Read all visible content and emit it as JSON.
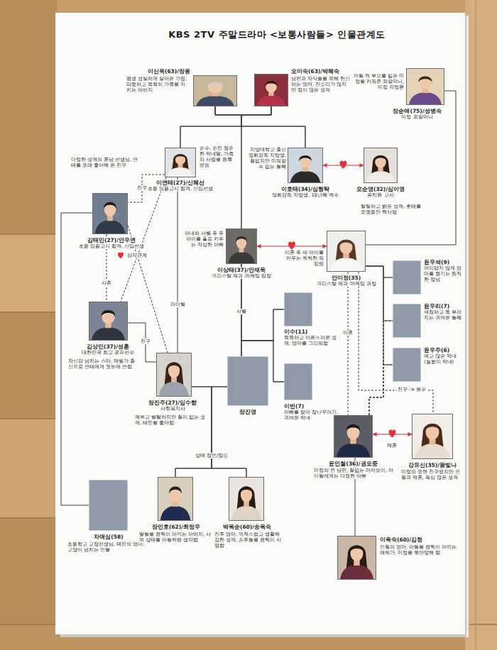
{
  "diagram": {
    "title": "KBS 2TV 주말드라마 <보통사람들> 인물관계도",
    "nodes": [
      {
        "text": [
          "이신욱(63)/장용",
          "평생 성실하게 살아온 가장, 따뜻하고 묵묵히 가족을 지키는 아버지"
        ]
      },
      {
        "text": [
          "오미숙(63)/박혜숙",
          "남편과 자식들을 위해 헌신하는 엄마, 잔소리가 많지만 정이 많은 성격"
        ]
      },
      {
        "text": [
          "장순애(75)/성병숙",
          "미정 외할머니",
          "어릴 적 부모를 잃은 미정을 키워준 외할머니, 미정 걱정뿐"
        ]
      },
      {
        "text": [
          "이연태(27)/신혜선",
          "초등 임용고시 합격, 신입선생",
          "순수, 순진 청순한 막내딸, 가족의 사랑을 듬뿍 받음"
        ]
      },
      {
        "text": [
          "이호태(34)/심형탁",
          "영화감독 지망생, 10년째 백수",
          "지방대학교 출신 영화감독 지망생, 철없지만 미워할 수 없는 둘째"
        ]
      },
      {
        "text": [
          "모순영(32)/심이영",
          "유치원 교사",
          "털털하고 밝은 성격, 호태를 오랫동안 짝사랑"
        ]
      },
      {
        "text": [
          "김태민(27)/안우연",
          "초등 임용고시 합격, 신입선생",
          "다정한 성격의 훈남 선생님, 연태를 오래 좋아해 온 친구"
        ]
      },
      {
        "text": [
          "이상태(37)/안재욱",
          "크리스탈 제과 마케팅 팀장",
          "아내와 사별 후 두 아이를 홀로 키우는 자상한 아빠"
        ]
      },
      {
        "text": [
          "안미정(35)",
          "크리스탈 제과 마케팅 과장",
          "이혼 후 세 아이를 키우는 씩씩한 워킹맘"
        ]
      },
      {
        "text": [
          "윤우석(9)",
          "아이답지 않게 엄마를 챙기는 듬직한 장남"
        ]
      },
      {
        "text": [
          "이수(11)",
          "똑똑하고 어른스러운 성격, 엄마를 그리워함"
        ]
      },
      {
        "text": [
          "김상민(37)/성훈",
          "대한민국 최고 골프선수",
          "자신감 넘치는 스타, 재벌가 출신으로 연태에게 첫눈에 반함"
        ]
      },
      {
        "text": [
          "윤우리(7)",
          "새침하고 똑 부러지는 귀여운 둘째"
        ]
      },
      {
        "text": [
          "장진주(27)/임수향",
          "사회복지사",
          "예쁘고 발랄하지만 철이 없는 성격, 태민을 좋아함"
        ]
      },
      {
        "text": [
          "장진영"
        ]
      },
      {
        "text": [
          "이빈(7)",
          "아빠를 닮아 장난꾸러기, 귀여운 막내"
        ]
      },
      {
        "text": [
          "윤우주(6)",
          "애교 많은 막내 (늦둥이 막내)"
        ]
      },
      {
        "text": [
          "윤인철(36)/권오중",
          "미정의 전 남편, 철없는 마마보이, 아이들에게는 다정한 아빠"
        ]
      },
      {
        "text": [
          "강유신(35)/왕빛나",
          "미정의 오랜 친구였지만 인철과 재혼, 욕심 많은 성격"
        ]
      },
      {
        "text": [
          "차애심(58)",
          "초등학교 교장선생님, 태민의 엄마, 교양이 넘치는 인물"
        ]
      },
      {
        "text": [
          "장민호(62)/최정우",
          "딸들을 끔찍이 아끼는 아버지, 사위 상태를 아들처럼 생각함"
        ]
      },
      {
        "text": [
          "박옥순(60)/송옥숙",
          "진주 엄마, 억척스럽고 생활력 강한 성격, 손주들을 끔찍이 사랑함"
        ]
      },
      {
        "text": [
          "이옥숙(60)/김청",
          "인철의 엄마, 아들을 끔찍이 아끼는 재력가, 미정을 못마땅해 함"
        ]
      }
    ],
    "edges": [
      {
        "from": 0,
        "to": 1,
        "arrow": "none"
      },
      {
        "from": 0,
        "to": 3,
        "arrow": "none"
      },
      {
        "from": 1,
        "to": 3,
        "arrow": "none"
      },
      {
        "from": 0,
        "to": 4,
        "arrow": "none"
      },
      {
        "from": 1,
        "to": 4,
        "arrow": "none"
      },
      {
        "from": 0,
        "to": 7,
        "arrow": "none"
      },
      {
        "from": 1,
        "to": 7,
        "arrow": "none"
      },
      {
        "from": 4,
        "to": 5,
        "arrow": "both"
      },
      {
        "from": 2,
        "to": 8,
        "arrow": "none"
      },
      {
        "from": 3,
        "to": 6,
        "label": "친구",
        "arrow": "none"
      },
      {
        "from": 6,
        "to": 11,
        "label": "사촌",
        "arrow": "none"
      },
      {
        "from": 3,
        "to": 11,
        "label": "삼각관계",
        "arrow": "none"
      },
      {
        "from": 6,
        "to": 13,
        "arrow": "none"
      },
      {
        "from": 3,
        "to": 13,
        "label": "라이벌",
        "arrow": "none"
      },
      {
        "from": 11,
        "to": 13,
        "label": "친구",
        "arrow": "none"
      },
      {
        "from": 7,
        "to": 8,
        "arrow": "both"
      },
      {
        "from": 7,
        "to": 14,
        "label": "사별",
        "arrow": "none"
      },
      {
        "from": 7,
        "to": 10,
        "arrow": "none"
      },
      {
        "from": 7,
        "to": 15,
        "arrow": "none"
      },
      {
        "from": 14,
        "to": 10,
        "arrow": "none"
      },
      {
        "from": 14,
        "to": 15,
        "arrow": "none"
      },
      {
        "from": 8,
        "to": 9,
        "arrow": "none"
      },
      {
        "from": 8,
        "to": 12,
        "arrow": "none"
      },
      {
        "from": 8,
        "to": 16,
        "arrow": "none"
      },
      {
        "from": 8,
        "to": 17,
        "label": "이혼",
        "arrow": "none"
      },
      {
        "from": 17,
        "to": 9,
        "arrow": "none"
      },
      {
        "from": 17,
        "to": 12,
        "arrow": "none"
      },
      {
        "from": 17,
        "to": 16,
        "arrow": "none"
      },
      {
        "from": 8,
        "to": 18,
        "label": "친구 -> 원수",
        "arrow": "none"
      },
      {
        "from": 17,
        "to": 18,
        "label": "재혼",
        "arrow": "both"
      },
      {
        "from": 6,
        "to": 19,
        "arrow": "none"
      },
      {
        "from": 14,
        "to": 20,
        "label": "상태 장인/장모",
        "arrow": "none"
      },
      {
        "from": 14,
        "to": 21,
        "arrow": "none"
      },
      {
        "from": 13,
        "to": 20,
        "arrow": "none"
      },
      {
        "from": 13,
        "to": 21,
        "arrow": "none"
      },
      {
        "from": 17,
        "to": 22,
        "arrow": "none"
      }
    ]
  }
}
